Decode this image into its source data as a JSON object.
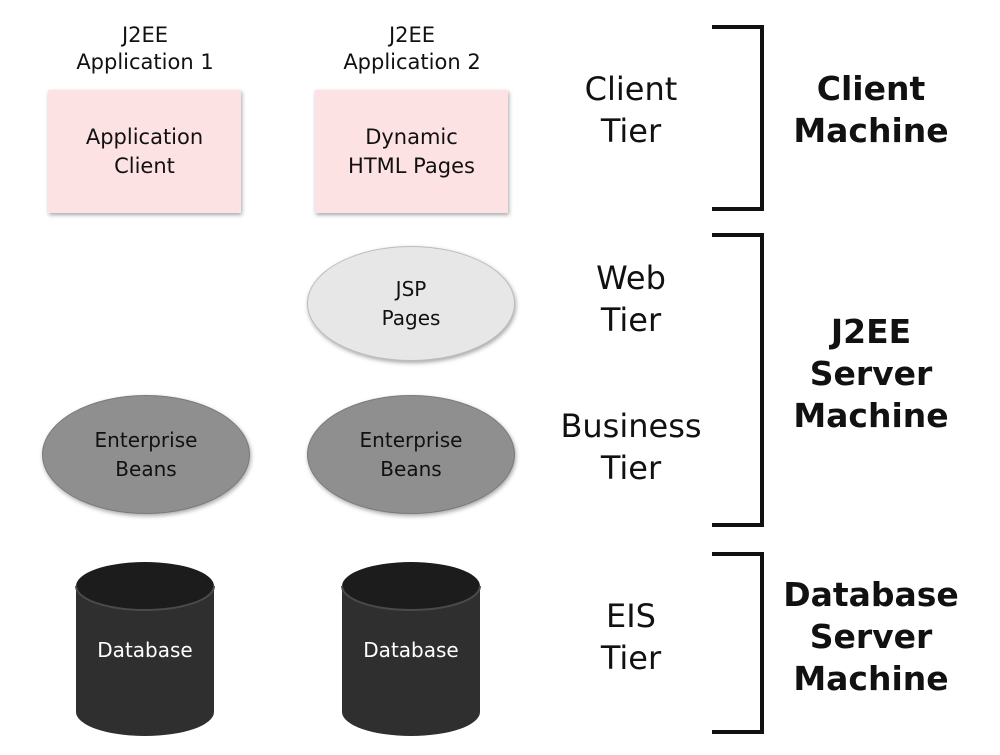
{
  "columns": [
    {
      "title_lines": [
        "J2EE",
        "Application 1"
      ],
      "client_box_lines": [
        "Application",
        "Client"
      ],
      "beans_lines": [
        "Enterprise",
        "Beans"
      ],
      "database_label": "Database"
    },
    {
      "title_lines": [
        "J2EE",
        "Application 2"
      ],
      "client_box_lines": [
        "Dynamic",
        "HTML Pages"
      ],
      "jsp_lines": [
        "JSP",
        "Pages"
      ],
      "beans_lines": [
        "Enterprise",
        "Beans"
      ],
      "database_label": "Database"
    }
  ],
  "tiers": [
    {
      "lines": [
        "Client",
        "Tier"
      ]
    },
    {
      "lines": [
        "Web",
        "Tier"
      ]
    },
    {
      "lines": [
        "Business",
        "Tier"
      ]
    },
    {
      "lines": [
        "EIS",
        "Tier"
      ]
    }
  ],
  "machines": [
    {
      "lines": [
        "Client",
        "Machine"
      ]
    },
    {
      "lines": [
        "J2EE",
        "Server",
        "Machine"
      ]
    },
    {
      "lines": [
        "Database",
        "Server",
        "Machine"
      ]
    }
  ],
  "colors": {
    "client_box": "#fde2e4",
    "jsp_ellipse": "#e7e7e7",
    "beans_ellipse": "#8f8f8f",
    "database": "#2f2f2f"
  }
}
